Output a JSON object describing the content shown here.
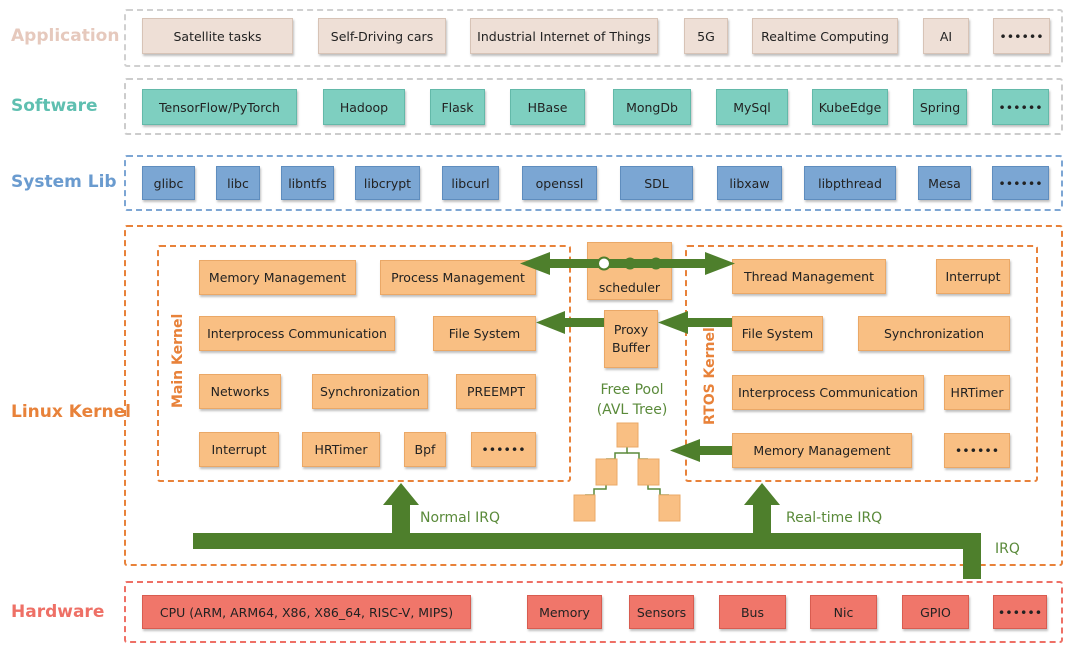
{
  "layers": {
    "application": {
      "label": "Application",
      "color": "#e6c9bd",
      "items": [
        "Satellite tasks",
        "Self-Driving cars",
        "Industrial Internet of Things",
        "5G",
        "Realtime Computing",
        "AI",
        "••••••"
      ]
    },
    "software": {
      "label": "Software",
      "color": "#5fbfb0",
      "items": [
        "TensorFlow/PyTorch",
        "Hadoop",
        "Flask",
        "HBase",
        "MongDb",
        "MySql",
        "KubeEdge",
        "Spring",
        "••••••"
      ]
    },
    "system_lib": {
      "label": "System Lib",
      "color": "#6a9bcf",
      "items": [
        "glibc",
        "libc",
        "libntfs",
        "libcrypt",
        "libcurl",
        "openssl",
        "SDL",
        "libxaw",
        "libpthread",
        "Mesa",
        "••••••"
      ]
    },
    "linux_kernel": {
      "label": "Linux Kernel",
      "color": "#e8823a",
      "main_kernel": {
        "label": "Main Kernel",
        "items": [
          "Memory Management",
          "Process Management",
          "Interprocess Communication",
          "File System",
          "Networks",
          "Synchronization",
          "PREEMPT",
          "Interrupt",
          "HRTimer",
          "Bpf",
          "••••••"
        ]
      },
      "rtos_kernel": {
        "label": "RTOS Kernel",
        "items": [
          "Thread Management",
          "Interrupt",
          "File System",
          "Synchronization",
          "Interprocess Communication",
          "HRTimer",
          "Memory Management",
          "••••••"
        ]
      },
      "center": {
        "scheduler": "scheduler",
        "proxy_buffer": "Proxy\nBuffer",
        "free_pool": "Free Pool\n(AVL Tree)"
      },
      "irq_labels": {
        "normal": "Normal IRQ",
        "realtime": "Real-time IRQ",
        "irq": "IRQ"
      }
    },
    "hardware": {
      "label": "Hardware",
      "color": "#ee7066",
      "items": [
        "CPU (ARM, ARM64, X86, X86_64, RISC-V, MIPS)",
        "Memory",
        "Sensors",
        "Bus",
        "Nic",
        "GPIO",
        "••••••"
      ]
    }
  },
  "colors": {
    "arrow_green": "#4e7f2c",
    "kernel_orange": "#e8823a"
  }
}
